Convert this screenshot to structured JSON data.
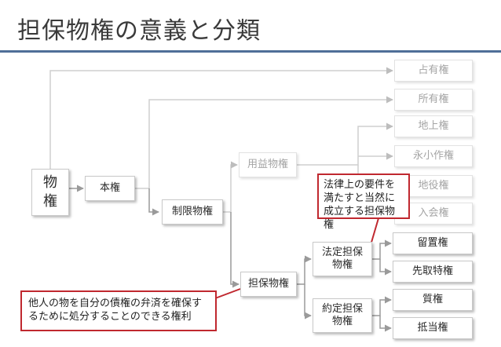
{
  "title": "担保物権の意義と分類",
  "nodes": {
    "bukken": "物権",
    "honken": "本権",
    "seigen": "制限物権",
    "yoeki": "用益物権",
    "tanpo": "担保物権",
    "hotei": "法定担保物権",
    "yakutei": "約定担保物権",
    "senyu": "占有権",
    "shoyu": "所有権",
    "chijo": "地上権",
    "eikosaku": "永小作権",
    "chieki": "地役権",
    "iriai": "入会権",
    "ryuchi": "留置権",
    "sakidori": "先取特権",
    "shichi": "質権",
    "teito": "抵当権"
  },
  "callouts": {
    "hotei_note": "法律上の要件を満たすと当然に成立する担保物権",
    "tanpo_note": "他人の物を自分の債権の弁済を確保するために処分することのできる権利"
  },
  "colors": {
    "title_rule": "#4f6f98",
    "callout_border": "#c0282f",
    "faded_text": "#a4a4a4"
  }
}
